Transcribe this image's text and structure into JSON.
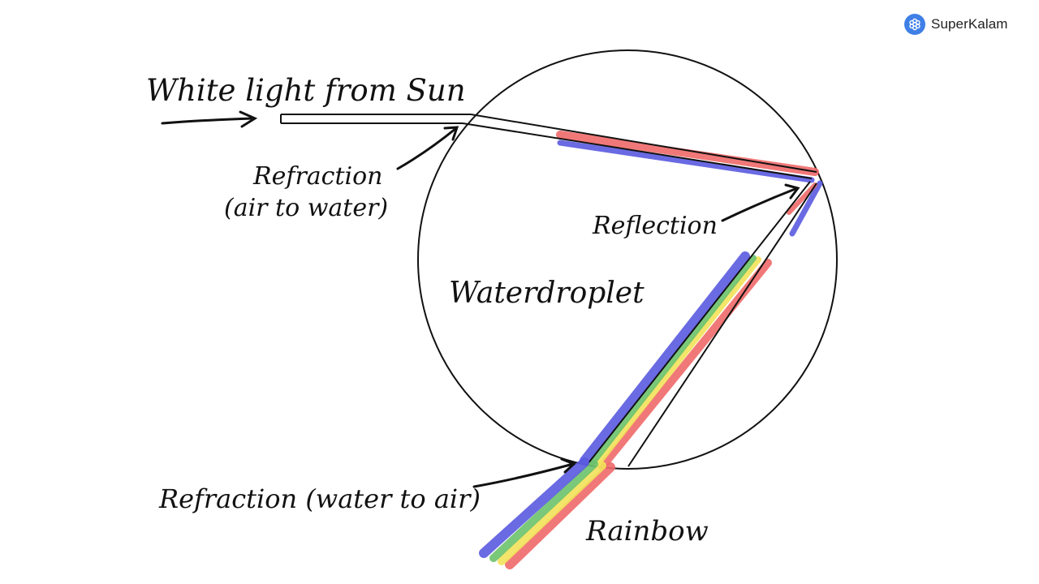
{
  "brand": {
    "name": "SuperKalam",
    "logo_icon": "superkalam-logo-icon",
    "logo_color": "#3f7fe6"
  },
  "labels": {
    "incoming": "White light from Sun",
    "refraction_in_line1": "Refraction",
    "refraction_in_line2": "(air to water)",
    "reflection": "Reflection",
    "droplet": "Waterdroplet",
    "refraction_out": "Refraction (water to air)",
    "rainbow": "Rainbow"
  },
  "colors": {
    "red": "#f06a6a",
    "blue": "#5a5ae0",
    "green": "#6cc36c",
    "yellow": "#f2e35a",
    "ink": "#111111"
  }
}
